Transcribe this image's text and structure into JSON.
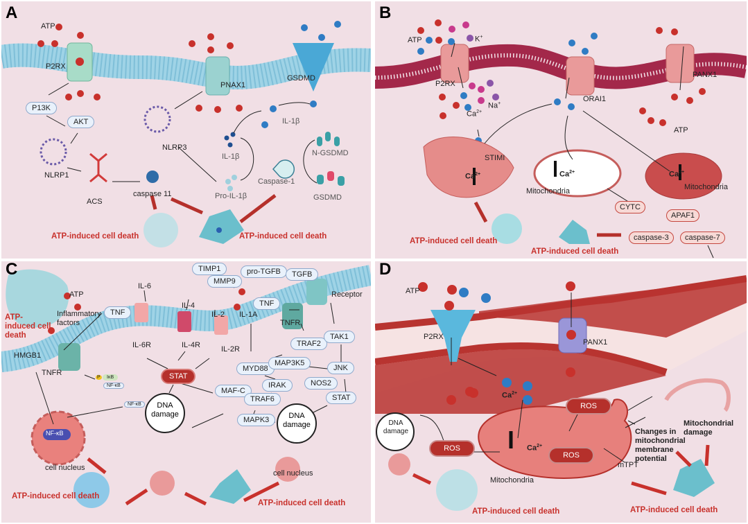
{
  "panels": {
    "A": {
      "label": "A",
      "channels": [
        "P2RX",
        "PNAX1",
        "GSDMD"
      ],
      "atp_label": "ATP",
      "nodes": {
        "p13k": "P13K",
        "akt": "AKT",
        "nlrp1": "NLRP1",
        "acs": "ACS",
        "nlrp3": "NLRP3",
        "caspase11": "caspase 11",
        "il1b_mature": "IL-1β",
        "il1b_released": "IL-1β",
        "pro_il1b": "Pro-IL-1β",
        "caspase1": "Caspase-1",
        "n_gsdmd": "N-GSDMD",
        "gsdmd": "GSDMD"
      },
      "outcome_left": "ATP-induced cell death",
      "outcome_right": "ATP-induced cell death"
    },
    "B": {
      "label": "B",
      "ions": {
        "atp": "ATP",
        "k": "K",
        "na": "Na",
        "ca": "Ca",
        "plus": "+",
        "two_plus": "2+"
      },
      "channels": [
        "P2RX",
        "ORAI1",
        "PANX1"
      ],
      "stim": "STIMI",
      "er_ca": "Ca",
      "mito_left": "Mitochondria",
      "mito_right": "Mitochondria",
      "atp_release": "ATP",
      "cascade": [
        "CYTC",
        "APAF1",
        "caspase-7",
        "caspase-3"
      ],
      "outcome_left": "ATP-induced cell death",
      "outcome_mid": "ATP-induced cell death"
    },
    "C": {
      "label": "C",
      "left_cell": {
        "atp": "ATP",
        "inflammatory": "Inflammatory factors",
        "death": "ATP-induced cell death"
      },
      "ligands": [
        "TNF",
        "IL-6",
        "IL-4",
        "IL-2",
        "IL-1A",
        "TNF"
      ],
      "receptors": [
        "IL-6R",
        "IL-4R",
        "IL-2R",
        "TNFR",
        "TNFR",
        "Receptor"
      ],
      "hmgb1": "HMGB1",
      "nfkb": {
        "p": "P",
        "ikb": "IκB",
        "nfkb": "NF-κB",
        "nucleus_nfkb": "NF-κB",
        "nucleus": "cell nucleus"
      },
      "top_nodes": [
        "TIMP1",
        "MMP9",
        "pro-TGFB",
        "TGFB"
      ],
      "stat_center": "STAT",
      "mafc": "MAF-C",
      "pathway": [
        "MYD88",
        "IRAK",
        "TRAF6",
        "MAPK3",
        "TRAF2",
        "MAP3K5",
        "TAK1",
        "JNK",
        "NOS2",
        "STAT"
      ],
      "dna_damage": "DNA damage",
      "nucleus_right": "cell nucleus",
      "outcome_left": "ATP-induced cell death",
      "outcome_right": "ATP-induced cell death"
    },
    "D": {
      "label": "D",
      "atp": "ATP",
      "channels": [
        "P2RX",
        "PANX1"
      ],
      "ca": "Ca",
      "ros": [
        "ROS",
        "ROS",
        "ROS"
      ],
      "dna_damage": "DNA damage",
      "mito": "Mitochondria",
      "mtpt": "mTPT",
      "membrane_potential": "Changes in mitochondrial membrane potential",
      "mito_damage": "Mitochondrial damage",
      "outcome_left": "ATP-induced cell death",
      "outcome_right": "ATP-induced cell death"
    }
  },
  "colors": {
    "background": "#f1dfe5",
    "atp_red": "#c8312c",
    "ca_blue": "#2f7cc4",
    "membrane_blue": "#9fd3e6",
    "membrane_maroon": "#a3284a",
    "death_text": "#c8312c"
  }
}
